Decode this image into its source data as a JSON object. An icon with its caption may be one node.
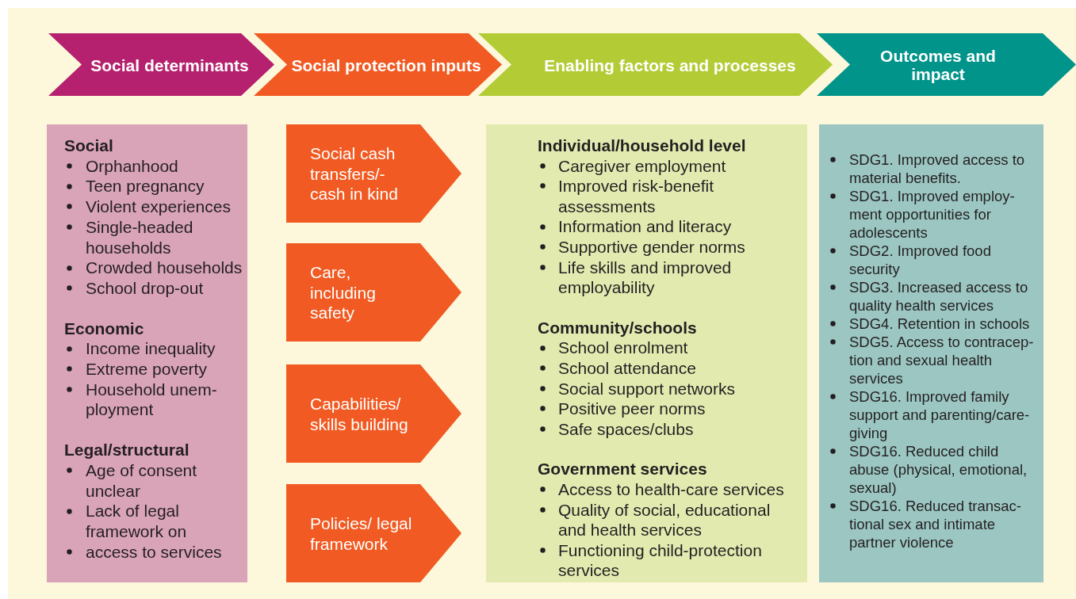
{
  "diagram": {
    "nodes": [
      {
        "text": [
          "Social determinants"
        ]
      },
      {
        "text": [
          "Social protection inputs"
        ]
      },
      {
        "text": [
          "Enabling factors and processes"
        ]
      },
      {
        "text": [
          "Outcomes and impact"
        ]
      },
      {
        "text": [
          "Social",
          "Orphanhood",
          "Teen pregnancy",
          "Violent experiences",
          "Single-headed households",
          "Crowded households",
          "School drop-out",
          "Economic",
          "Income inequality",
          "Extreme poverty",
          "Household unem-ployment",
          "Legal/structural",
          "Age of consent unclear",
          "Lack of legal framework on",
          "access to services"
        ]
      },
      {
        "text": [
          "Social cash transfers/- cash in kind"
        ]
      },
      {
        "text": [
          "Care, including safety"
        ]
      },
      {
        "text": [
          "Capabilities/ skills building"
        ]
      },
      {
        "text": [
          "Policies/ legal framework"
        ]
      },
      {
        "text": [
          "Individual/household level",
          "Caregiver employment",
          "Improved risk-benefit assessments",
          "Information and literacy",
          "Supportive gender norms",
          "Life skills and improved employability",
          "Community/schools",
          "School enrolment",
          "School attendance",
          "Social support networks",
          "Positive peer norms",
          "Safe spaces/clubs",
          "Government services",
          "Access to health-care services",
          "Quality of social, educational and health services",
          "Functioning child-protection services"
        ]
      },
      {
        "text": [
          "SDG1. Improved access to material benefits.",
          "SDG1. Improved employ-ment opportunities for adolescents",
          "SDG2. Improved food security",
          "SDG3. Increased access to quality health services",
          "SDG4. Retention in schools",
          "SDG5. Access to contracep-tion and sexual health services",
          "SDG16. Improved family support and parenting/care-giving",
          "SDG16. Reduced child abuse (physical, emotional, sexual)",
          "SDG16. Reduced transac-tional sex and intimate partner violence"
        ]
      }
    ]
  }
}
